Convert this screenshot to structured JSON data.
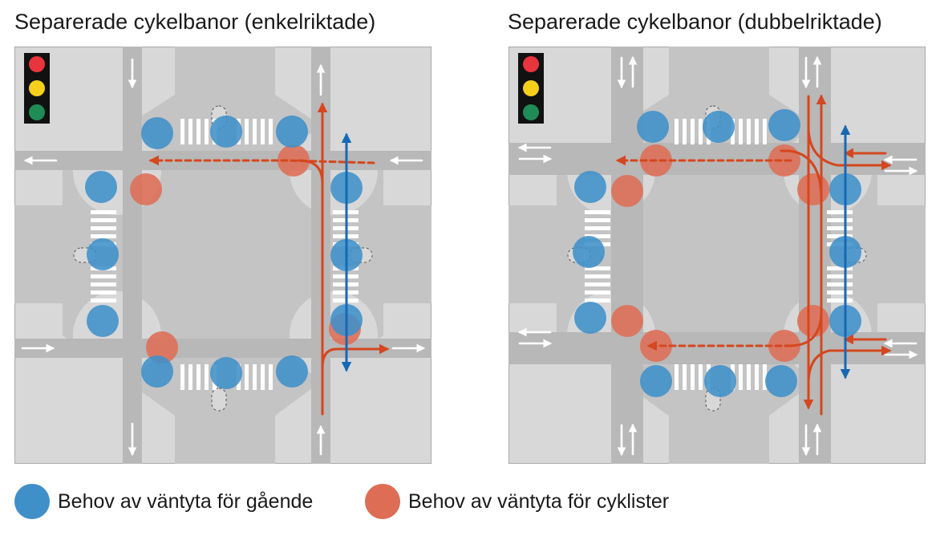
{
  "titles": {
    "left": "Separerade cykelbanor (enkelriktade)",
    "right": "Separerade cykelbanor (dubbelriktade)"
  },
  "legend": {
    "pedestrian": "Behov av väntyta för gående",
    "cyclist": "Behov av väntyta för cyklister"
  },
  "colors": {
    "pedestrian": "#3f8fc9",
    "cyclist": "#de6d55",
    "cycle_route": "#d4471f",
    "pedestrian_route": "#1569b5",
    "road": "#c4c4c4",
    "cycle_lane": "#b8b8b8",
    "sidewalk": "#d8d8d8",
    "crossing_stripe": "#ffffff"
  },
  "traffic_signal": {
    "lights": [
      "#e8343c",
      "#f5cf1c",
      "#1f8c55"
    ]
  }
}
